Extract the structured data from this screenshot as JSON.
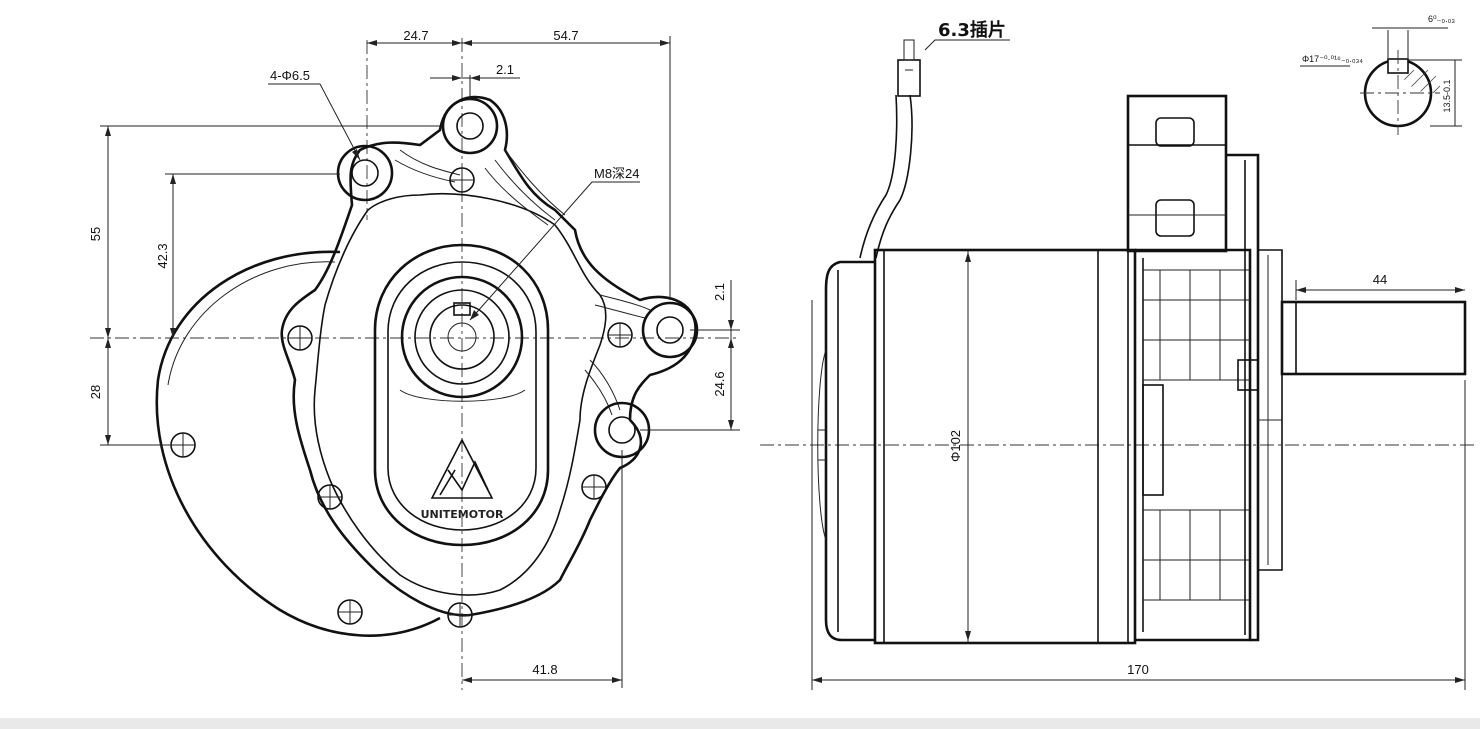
{
  "dimensions": {
    "d24_7": "24.7",
    "d54_7": "54.7",
    "d2_1_top": "2.1",
    "hole": "4-Φ6.5",
    "thread": "M8深24",
    "d55": "55",
    "d42_3": "42.3",
    "d28": "28",
    "d2_1_right": "2.1",
    "d24_6": "24.6",
    "d41_8": "41.8",
    "d170": "170",
    "d102": "Φ102",
    "d44": "44",
    "connector": "6.3插片",
    "key_width": "6⁰₋₀.₀₃",
    "shaft_dia": "Φ17⁻⁰·⁰¹⁶₋₀.₀₃₄",
    "key_depth": "13.5-0.1"
  },
  "brand": {
    "logo_text": "UNITEMOTOR"
  }
}
